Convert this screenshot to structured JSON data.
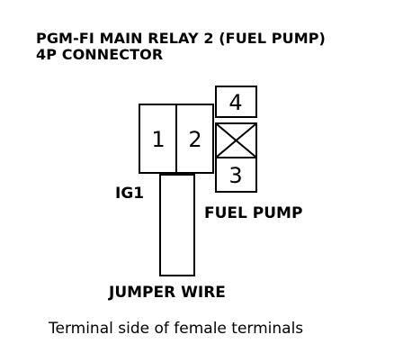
{
  "title": {
    "line1": "PGM-FI MAIN RELAY 2 (FUEL PUMP)",
    "line2": "4P CONNECTOR"
  },
  "connector": {
    "terminals": [
      {
        "number": "1"
      },
      {
        "number": "2"
      },
      {
        "number": "4"
      },
      {
        "number": "3"
      }
    ],
    "empty_cavity_icon": "x-cross-icon"
  },
  "labels": {
    "ig1": "IG1",
    "fuel_pump": "FUEL PUMP",
    "jumper_wire": "JUMPER WIRE"
  },
  "caption": "Terminal side of female terminals"
}
